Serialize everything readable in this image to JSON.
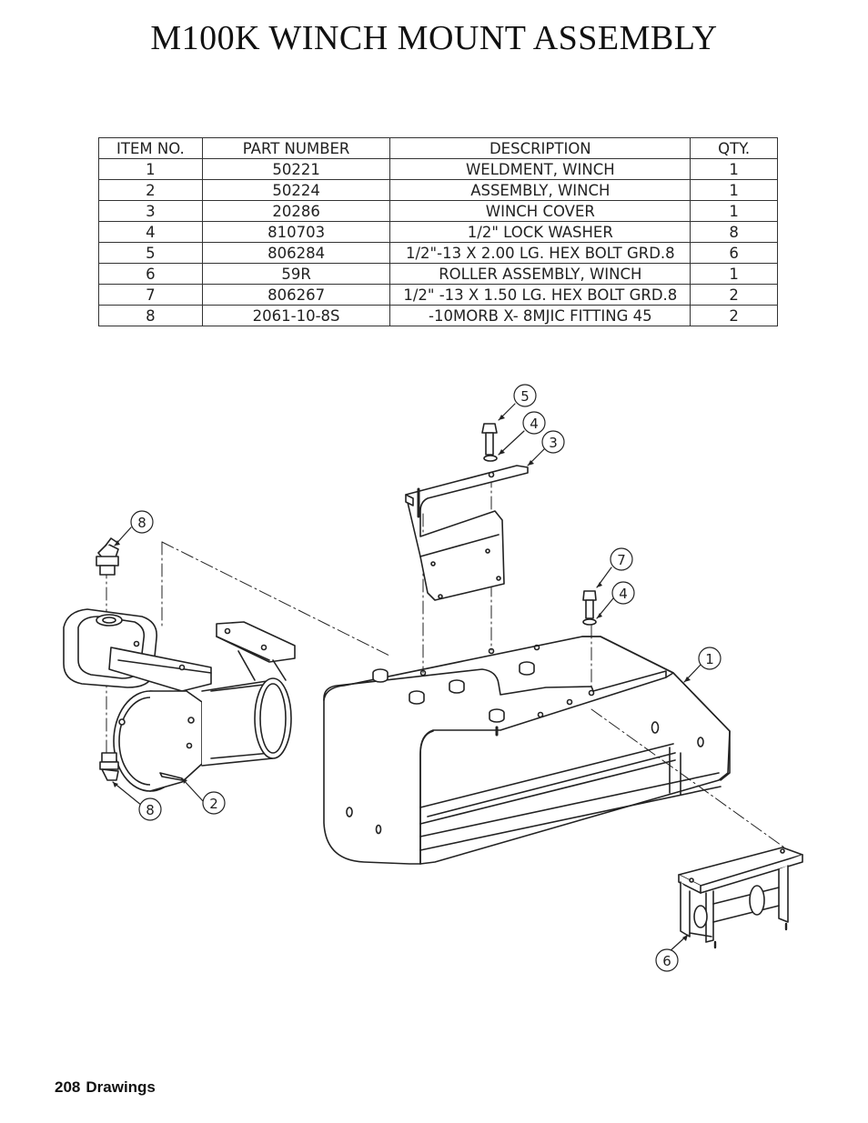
{
  "title": "M100K WINCH MOUNT ASSEMBLY",
  "bom": {
    "headers": [
      "ITEM NO.",
      "PART NUMBER",
      "DESCRIPTION",
      "QTY."
    ],
    "rows": [
      [
        "1",
        "50221",
        "WELDMENT, WINCH",
        "1"
      ],
      [
        "2",
        "50224",
        "ASSEMBLY, WINCH",
        "1"
      ],
      [
        "3",
        "20286",
        "WINCH COVER",
        "1"
      ],
      [
        "4",
        "810703",
        "1/2\" LOCK WASHER",
        "8"
      ],
      [
        "5",
        "806284",
        "1/2\"-13 X 2.00 LG. HEX BOLT GRD.8",
        "6"
      ],
      [
        "6",
        "59R",
        "ROLLER ASSEMBLY, WINCH",
        "1"
      ],
      [
        "7",
        "806267",
        "1/2\" -13 X 1.50 LG. HEX BOLT GRD.8",
        "2"
      ],
      [
        "8",
        "2061-10-8S",
        "-10MORB X- 8MJIC FITTING 45",
        "2"
      ]
    ]
  },
  "balloons": {
    "b5": "5",
    "b4a": "4",
    "b3": "3",
    "b8a": "8",
    "b7": "7",
    "b4b": "4",
    "b1": "1",
    "b8b": "8",
    "b2": "2",
    "b6": "6"
  },
  "footer": {
    "page_number": "208",
    "section": "Drawings"
  }
}
